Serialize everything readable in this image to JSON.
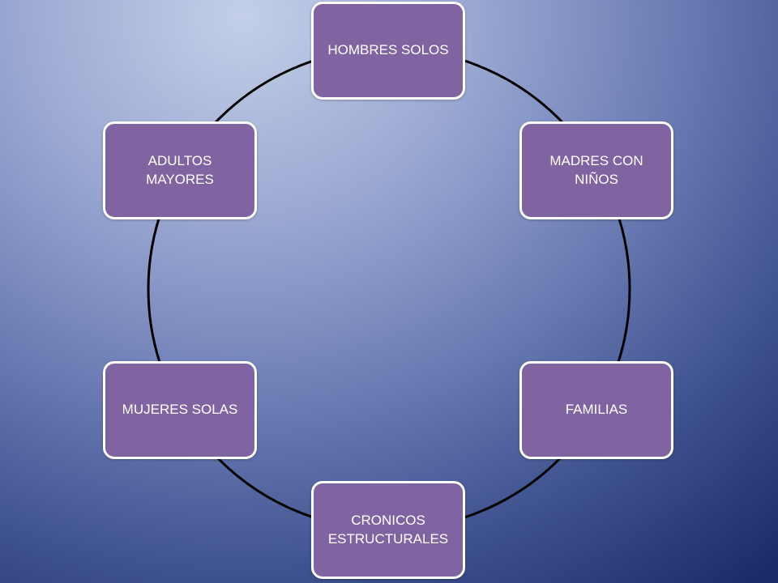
{
  "diagram": {
    "type": "cycle",
    "colors": {
      "node_fill": "#8064a2",
      "node_border": "#ffffff",
      "ring": "#000000",
      "background_light": "#c4cfe8",
      "background_dark": "#1b2b67"
    },
    "nodes": [
      {
        "label": "HOMBRES SOLOS"
      },
      {
        "label": "MADRES CON NIÑOS"
      },
      {
        "label": "FAMILIAS"
      },
      {
        "label": "CRONICOS ESTRUCTURALES"
      },
      {
        "label": "MUJERES SOLAS"
      },
      {
        "label": "ADULTOS MAYORES"
      }
    ]
  }
}
